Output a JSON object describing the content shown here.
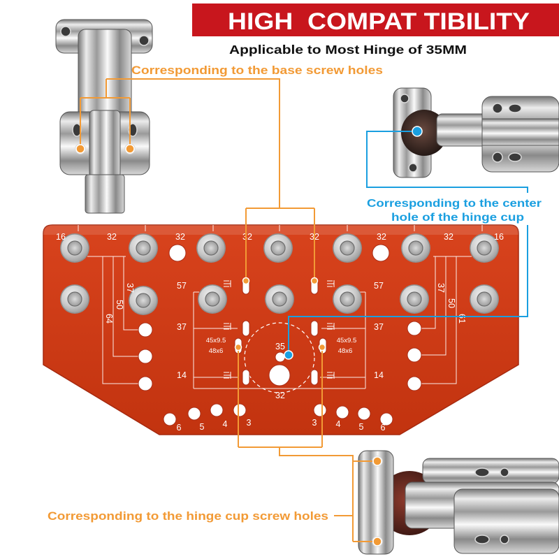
{
  "banner": {
    "title": "HIGH  COMPAT TIBILITY"
  },
  "subtitle": "Applicable to Most Hinge of 35MM",
  "callouts": {
    "base_screw_holes": "Corresponding to the base screw holes",
    "center_hole": [
      "Corresponding to the center",
      "hole of the hinge cup"
    ],
    "cup_screw_holes": "Corresponding to the hinge cup screw holes"
  },
  "jig": {
    "top_spacing": [
      "16",
      "32",
      "32",
      "32",
      "32",
      "32",
      "32",
      "16"
    ],
    "left_depths": [
      "57",
      "37",
      "14"
    ],
    "right_depths": [
      "57",
      "37",
      "14"
    ],
    "left_offsets": [
      "37",
      "50",
      "64"
    ],
    "right_offsets": [
      "37",
      "50",
      "61"
    ],
    "left_slot_sizes": [
      "45x9.5",
      "48x6"
    ],
    "right_slot_sizes": [
      "45x9.5",
      "48x6"
    ],
    "cup_offset": "35",
    "center_spacing": "32",
    "left_edge_distances": [
      "6",
      "5",
      "4",
      "3"
    ],
    "right_edge_distances": [
      "3",
      "4",
      "5",
      "6"
    ]
  },
  "colors": {
    "banner": "#c8161d",
    "orange_callout": "#f29a35",
    "blue_callout": "#1a9fe0",
    "plate": "#d8431d"
  }
}
